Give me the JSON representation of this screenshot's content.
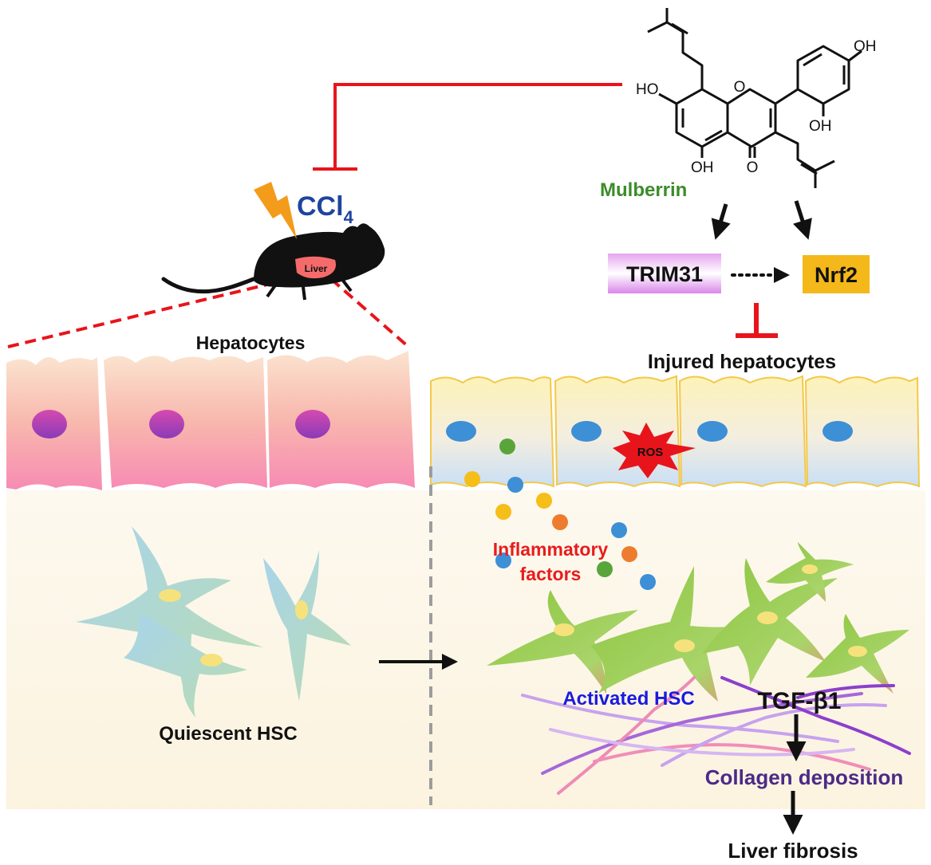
{
  "compound": {
    "name": "Mulberrin",
    "oh_top_right": "OH",
    "oh_left": "HO",
    "oh_right_ring": "OH",
    "oh_bottom": "OH",
    "ring_o": "O",
    "carbonyl_o": "O"
  },
  "toxin": {
    "symbol": "CCl",
    "subscript": "4"
  },
  "mouse": {
    "organ_label": "Liver"
  },
  "pathway": {
    "trim31": "TRIM31",
    "nrf2": "Nrf2"
  },
  "labels": {
    "hepatocytes": "Hepatocytes",
    "injured_hepatocytes": "Injured hepatocytes",
    "ros": "ROS",
    "inflammatory_line1": "Inflammatory",
    "inflammatory_line2": "factors",
    "quiescent_hsc": "Quiescent HSC",
    "activated_hsc": "Activated HSC",
    "tgf": "TGF-β1",
    "collagen": "Collagen deposition",
    "fibrosis": "Liver fibrosis"
  },
  "colors": {
    "inhibit": "#e8141b",
    "compound_name": "#3c8c2a",
    "ccl4": "#1e44a0",
    "trim31_box": "#d987ea",
    "nrf2_box": "#f4b81a",
    "inflammatory": "#e81c1c",
    "activated_hsc": "#1a1ae0",
    "collagen": "#4b2a88"
  }
}
